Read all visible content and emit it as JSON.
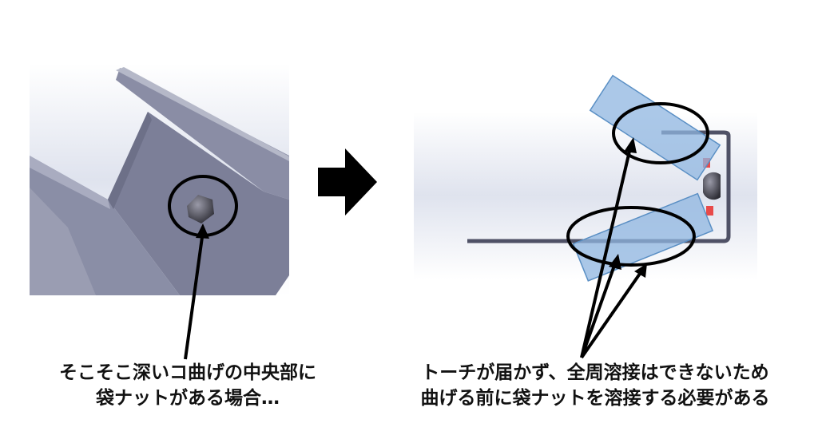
{
  "left_caption": {
    "line1": "そこそこ深いコ曲げの中央部に",
    "line2": "袋ナットがある場合…"
  },
  "right_caption": {
    "line1": "トーチが届かず、全周溶接はできないため",
    "line2": "曲げる前に袋ナットを溶接する必要がある"
  },
  "colors": {
    "part": "#7c7f98",
    "torch": "#8fb6e0",
    "highlight": "#000000"
  }
}
